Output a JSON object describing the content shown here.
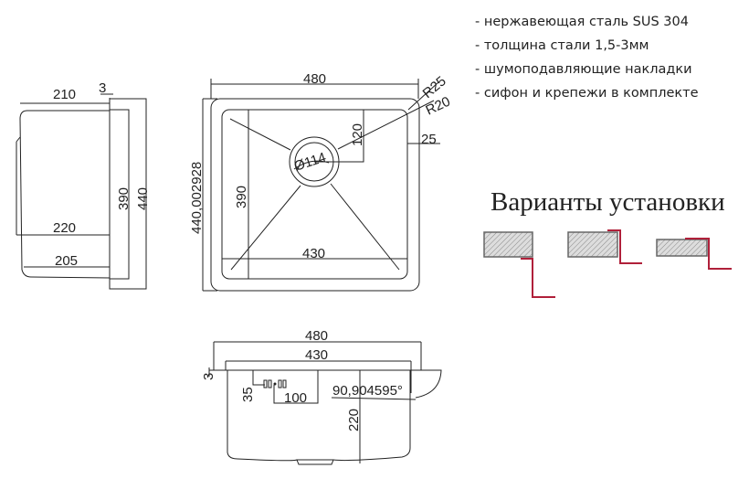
{
  "features": [
    "- нержавеющая сталь SUS 304",
    "- толщина стали 1,5-3мм",
    "- шумоподавляющие накладки",
    "- сифон и крепежи в комплекте"
  ],
  "install_title": "Варианты установки",
  "side_view": {
    "depth_top": "210",
    "thickness": "3",
    "height_inner": "390",
    "height_outer": "440",
    "depth_mid": "220",
    "depth_bottom": "205"
  },
  "top_view": {
    "width": "480",
    "radius_outer": "R25",
    "radius_inner": "R20",
    "height": "440,002928",
    "drain_offset": "120",
    "drain_diameter": "Ø114",
    "rim": "25",
    "inner_height": "390",
    "inner_width": "430"
  },
  "front_view": {
    "width": "480",
    "inner_width": "430",
    "thickness": "3",
    "overflow_height": "35",
    "overflow_offset": "100",
    "angle": "90,904595°",
    "depth": "220"
  },
  "colors": {
    "line": "#222222",
    "accent": "#b0203a"
  }
}
